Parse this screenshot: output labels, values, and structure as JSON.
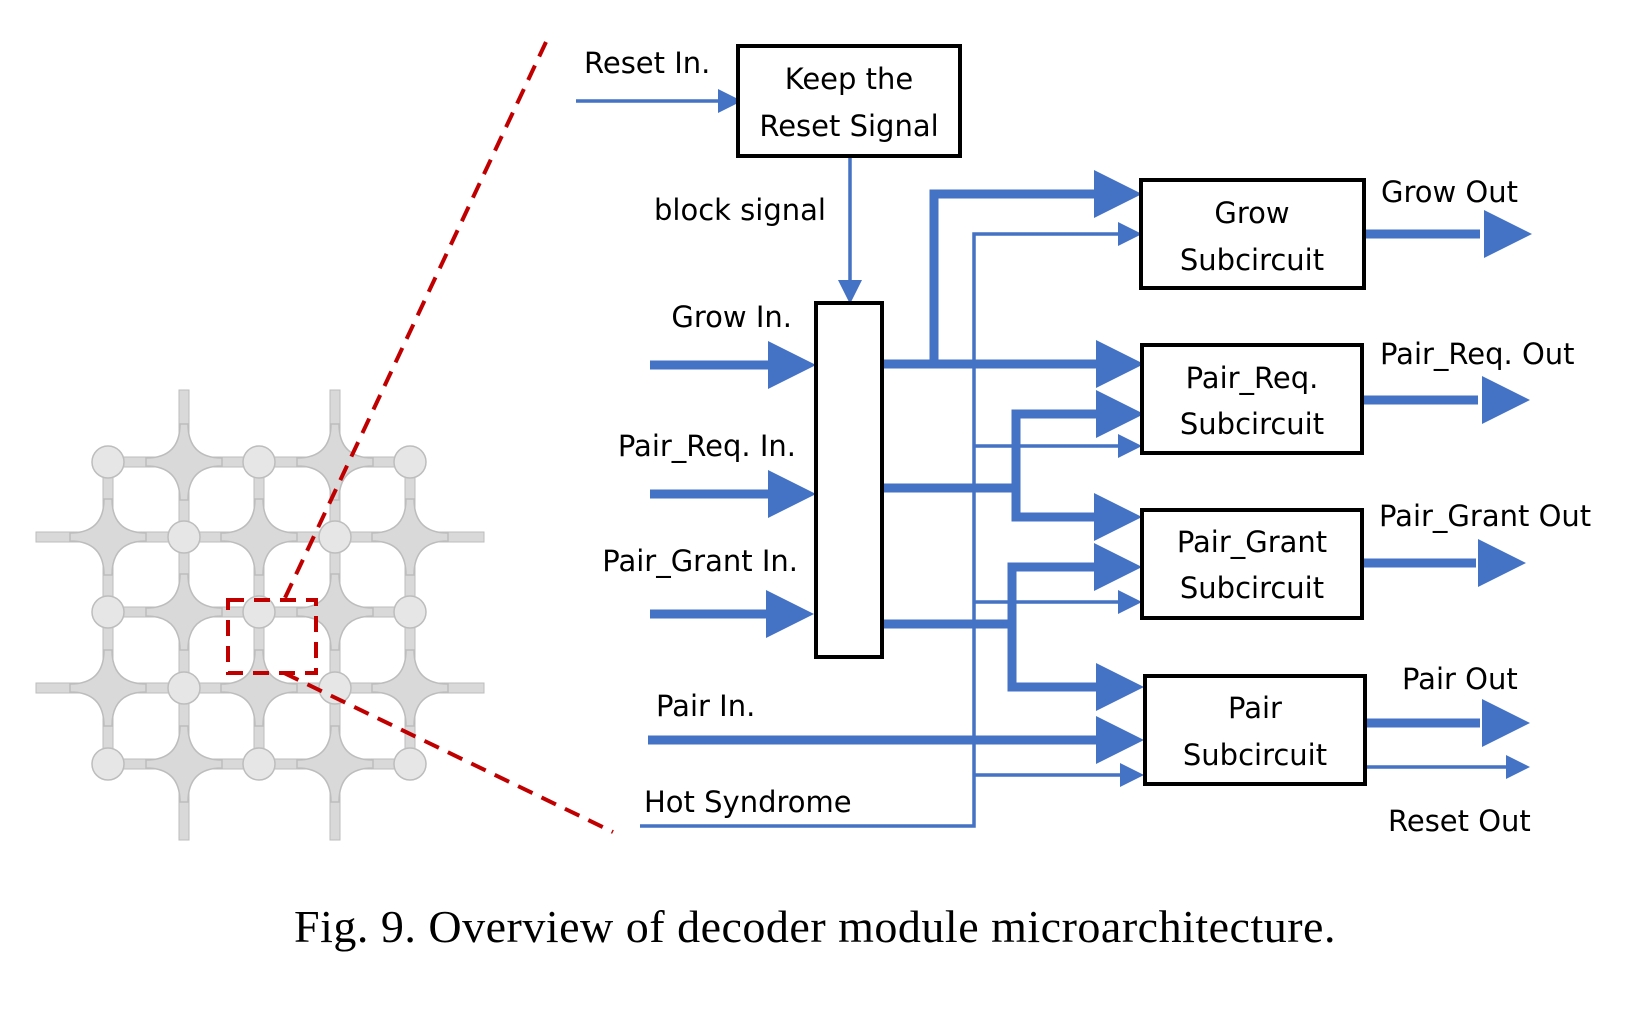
{
  "figure": {
    "caption": "Fig. 9.  Overview of decoder module microarchitecture.",
    "wire_color": "#4472C4",
    "highlight_color": "#C00000",
    "lattice_color": "#D9D9D9"
  },
  "blocks": {
    "keep_reset": [
      "Keep the",
      "Reset Signal"
    ],
    "grow": [
      "Grow",
      "Subcircuit"
    ],
    "pair_req": [
      "Pair_Req.",
      "Subcircuit"
    ],
    "pair_grant": [
      "Pair_Grant",
      "Subcircuit"
    ],
    "pair": [
      "Pair",
      "Subcircuit"
    ]
  },
  "inputs": {
    "reset_in": "Reset In.",
    "block_signal": "block signal",
    "grow_in": "Grow In.",
    "pair_req_in": "Pair_Req. In.",
    "pair_grant_in": "Pair_Grant In.",
    "pair_in": "Pair In.",
    "hot_syndrome": "Hot Syndrome"
  },
  "outputs": {
    "grow_out": "Grow Out",
    "pair_req_out": "Pair_Req. Out",
    "pair_grant_out": "Pair_Grant Out",
    "pair_out": "Pair Out",
    "reset_out": "Reset Out"
  },
  "lattice": {
    "rows": 5,
    "cols": 5,
    "zoom_region": "center node"
  }
}
